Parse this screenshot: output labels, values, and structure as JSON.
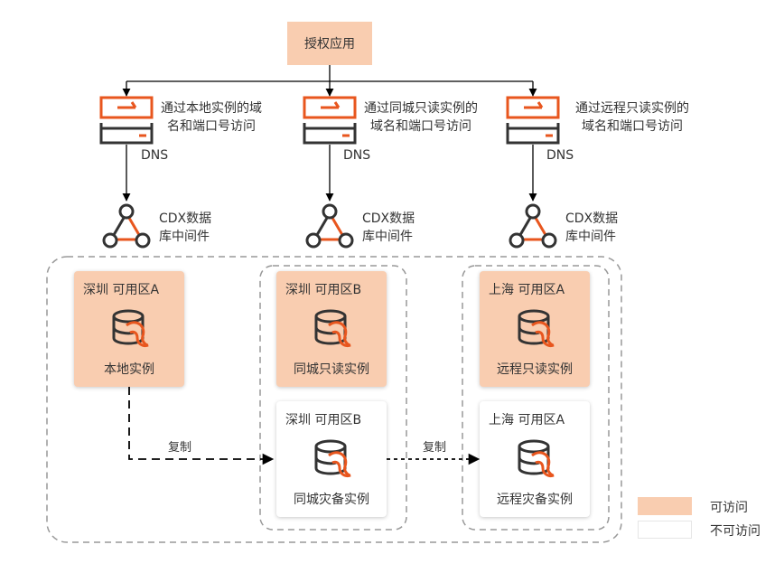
{
  "app": {
    "label": "授权应用"
  },
  "dns_nodes": [
    {
      "desc_line1": "通过本地实例的域",
      "desc_line2": "名和端口号访问",
      "dns_label": "DNS",
      "cdx_line1": "CDX数据",
      "cdx_line2": "库中间件"
    },
    {
      "desc_line1": "通过同城只读实例的",
      "desc_line2": "域名和端口号访问",
      "dns_label": "DNS",
      "cdx_line1": "CDX数据",
      "cdx_line2": "库中间件"
    },
    {
      "desc_line1": "通过远程只读实例的",
      "desc_line2": "域名和端口号访问",
      "dns_label": "DNS",
      "cdx_line1": "CDX数据",
      "cdx_line2": "库中间件"
    }
  ],
  "instances": [
    {
      "zone": "深圳  可用区A",
      "name": "本地实例",
      "accessible": true
    },
    {
      "zone": "深圳  可用区B",
      "name": "同城只读实例",
      "accessible": true
    },
    {
      "zone": "上海  可用区A",
      "name": "远程只读实例",
      "accessible": true
    },
    {
      "zone": "深圳  可用区B",
      "name": "同城灾备实例",
      "accessible": false
    },
    {
      "zone": "上海  可用区A",
      "name": "远程灾备实例",
      "accessible": false
    }
  ],
  "replication": {
    "label_1": "复制",
    "label_2": "复制"
  },
  "legend": {
    "accessible": "可访问",
    "inaccessible": "不可访问"
  },
  "colors": {
    "accent": "#e8561e",
    "accessible_fill": "#f9cdb0",
    "line": "#000000",
    "dashed_border": "#999999"
  }
}
